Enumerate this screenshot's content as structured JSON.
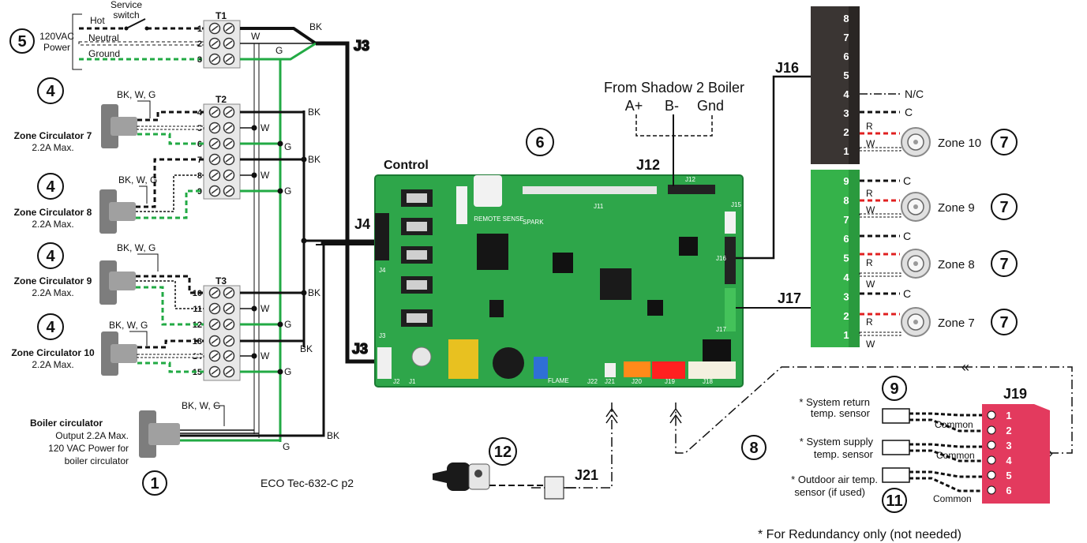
{
  "power": {
    "marker": "5",
    "label_line1": "120VAC",
    "label_line2": "Power",
    "hot": "Hot",
    "neutral": "Neutral",
    "ground": "Ground",
    "switch_line1": "Service",
    "switch_line2": "switch"
  },
  "terminals": {
    "t1": "T1",
    "t2": "T2",
    "t3": "T3",
    "numbers": [
      "1",
      "2",
      "3",
      "4",
      "5",
      "6",
      "7",
      "8",
      "9",
      "10",
      "11",
      "12",
      "13",
      "14",
      "15"
    ]
  },
  "wire_labels": {
    "bk": "BK",
    "w": "W",
    "g": "G",
    "bkwg": "BK, W, G"
  },
  "zones_circulators": [
    {
      "marker": "4",
      "name": "Zone Circulator 7",
      "max": "2.2A Max."
    },
    {
      "marker": "4",
      "name": "Zone Circulator 8",
      "max": "2.2A Max."
    },
    {
      "marker": "4",
      "name": "Zone Circulator 9",
      "max": "2.2A Max."
    },
    {
      "marker": "4",
      "name": "Zone Circulator 10",
      "max": "2.2A Max."
    }
  ],
  "boiler_circulator": {
    "marker": "1",
    "title": "Boiler circulator",
    "line1": "Output 2.2A Max.",
    "line2": "120 VAC Power for",
    "line3": "boiler circulator"
  },
  "connectors": {
    "j3": "J3",
    "j4": "J4",
    "j12": "J12",
    "j16": "J16",
    "j17": "J17",
    "j19": "J19",
    "j21": "J21"
  },
  "control": {
    "title": "Control",
    "marker": "6",
    "board_labels": {
      "remote_sense": "REMOTE SENSE",
      "spark": "SPARK",
      "flame": "FLAME",
      "j1": "J1",
      "j2": "J2",
      "j3": "J3",
      "j4": "J4",
      "j11": "J11",
      "j12": "J12",
      "j15": "J15",
      "j16": "J16",
      "j17": "J17",
      "j18": "J18",
      "j19": "J19",
      "j20": "J20",
      "j21": "J21",
      "j22": "J22"
    }
  },
  "shadow": {
    "title": "From Shadow 2 Boiler",
    "a": "A+",
    "b": "B-",
    "gnd": "Gnd"
  },
  "j16_pins": [
    "8",
    "7",
    "6",
    "5",
    "4",
    "3",
    "2",
    "1"
  ],
  "j17_pins": [
    "9",
    "8",
    "7",
    "6",
    "5",
    "4",
    "3",
    "2",
    "1"
  ],
  "j19_pins": [
    "1",
    "2",
    "3",
    "4",
    "5",
    "6"
  ],
  "thermostat_wires": {
    "nc": "N/C",
    "c": "C",
    "r": "R",
    "w": "W"
  },
  "zones": [
    {
      "name": "Zone 10",
      "marker": "7"
    },
    {
      "name": "Zone 9",
      "marker": "7"
    },
    {
      "name": "Zone 8",
      "marker": "7"
    },
    {
      "name": "Zone 7",
      "marker": "7"
    }
  ],
  "sensors": {
    "marker": "8",
    "return_marker": "9",
    "outdoor_marker": "11",
    "return_line1": "* System return",
    "return_line2": "temp. sensor",
    "supply_line1": "* System supply",
    "supply_line2": "temp. sensor",
    "outdoor_line1": "* Outdoor air temp.",
    "outdoor_line2": "sensor (if used)",
    "common": "Common"
  },
  "flame_sensor_marker": "12",
  "caption": "ECO Tec-632-C p2",
  "footnote": "* For Redundancy only (not needed)",
  "colors": {
    "black": "#111111",
    "green": "#22aa44",
    "red": "#e02020",
    "board": "#2ea64a",
    "j17": "#35b24a",
    "j16": "#3a3533",
    "j19": "#e33a5e"
  }
}
